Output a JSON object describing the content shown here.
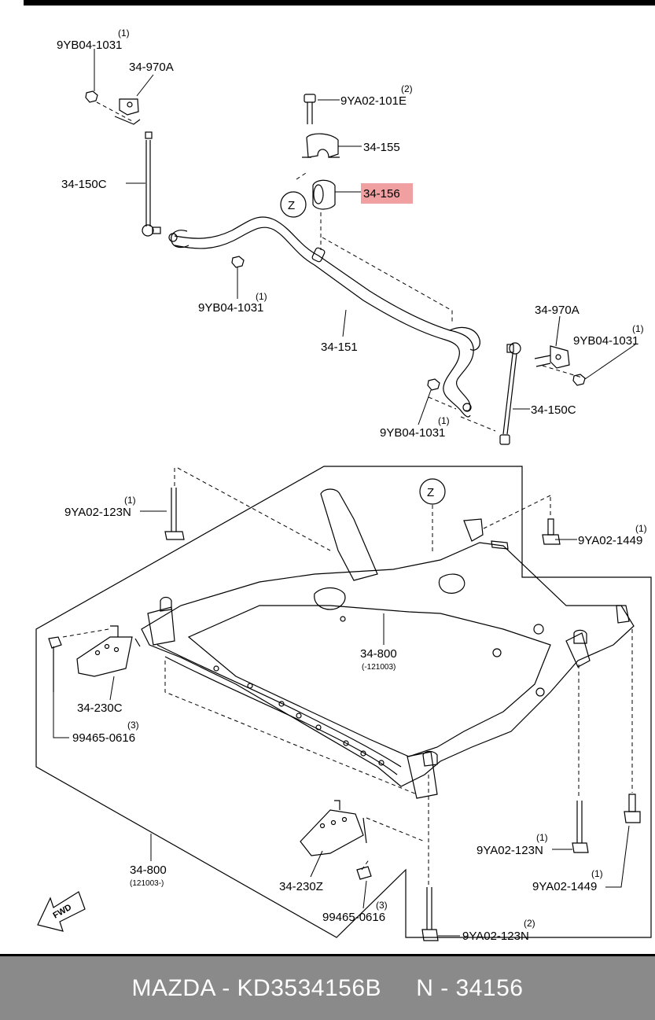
{
  "highlight_color": "#f0a0a0",
  "footer": {
    "text": "MAZDA - KD3534156B     N - 34156",
    "background": "#8a8a8a"
  },
  "callouts": {
    "nut_tl": "9YB04-1031",
    "nut_tl_qty": "(1)",
    "link_bracket_l": "34-970A",
    "link_l": "34-150C",
    "bolt_top": "9YA02-101E",
    "bolt_top_qty": "(2)",
    "bracket_155": "34-155",
    "bushing_156": "34-156",
    "zone_z": "Z",
    "nut_mid": "9YB04-1031",
    "nut_mid_qty": "(1)",
    "stab_bar": "34-151",
    "link_bracket_r": "34-970A",
    "nut_r": "9YB04-1031",
    "nut_r_qty": "(1)",
    "link_r": "34-150C",
    "nut_bot": "9YB04-1031",
    "nut_bot_qty": "(1)",
    "zone_z2": "Z",
    "bolt_123n_top": "9YA02-123N",
    "bolt_123n_top_qty": "(1)",
    "bolt_1449_top": "9YA02-1449",
    "bolt_1449_top_qty": "(1)",
    "crossmember_a": "34-800",
    "crossmember_a_sub": "(-121003)",
    "bracket_230c": "34-230C",
    "bolt_0616_l": "99465-0616",
    "bolt_0616_l_qty": "(3)",
    "crossmember_b": "34-800",
    "crossmember_b_sub": "(121003-)",
    "bracket_230z": "34-230Z",
    "bolt_0616_b": "99465-0616",
    "bolt_0616_b_qty": "(3)",
    "bolt_123n_r": "9YA02-123N",
    "bolt_123n_r_qty": "(1)",
    "bolt_1449_r": "9YA02-1449",
    "bolt_1449_r_qty": "(1)",
    "bolt_123n_bot": "9YA02-123N",
    "bolt_123n_bot_qty": "(2)",
    "fwd": "FWD"
  }
}
